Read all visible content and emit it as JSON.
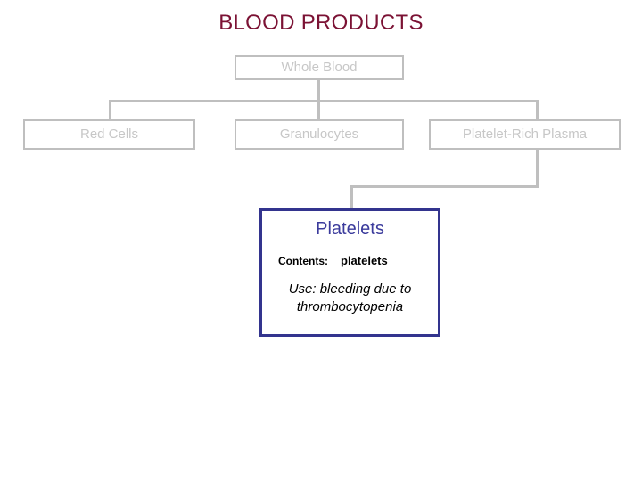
{
  "slide": {
    "title": "BLOOD PRODUCTS",
    "title_color": "#7b1234",
    "background": "#ffffff",
    "box_border_color": "#bfbfbf",
    "box_text_color": "#c7c7c7",
    "connector_color": "#bfbfbf",
    "highlight_border_color": "#33348e",
    "highlight_text_color": "#3b3b9c"
  },
  "diagram": {
    "root": {
      "label": "Whole Blood"
    },
    "children": [
      {
        "label": "Red Cells"
      },
      {
        "label": "Granulocytes"
      },
      {
        "label": "Platelet-Rich Plasma"
      }
    ],
    "detail_card": {
      "heading": "Platelets",
      "contents_label": "Contents:",
      "contents_value": "platelets",
      "use_text": "Use: bleeding due to thrombocytopenia"
    }
  }
}
